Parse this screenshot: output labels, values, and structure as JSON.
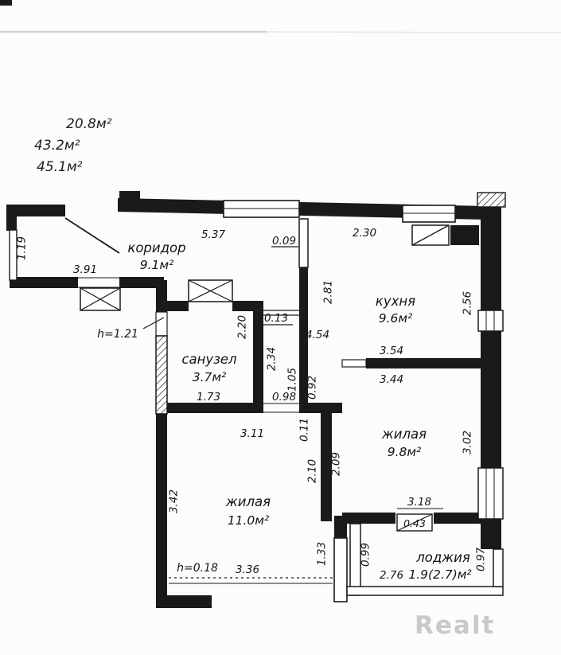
{
  "summary": {
    "total1": "20.8м²",
    "total2": "43.2м²",
    "total3": "45.1м²"
  },
  "rooms": {
    "corridor": {
      "name": "коридор",
      "area": "9.1м²"
    },
    "kitchen": {
      "name": "кухня",
      "area": "9.6м²"
    },
    "bathroom": {
      "name": "санузел",
      "area": "3.7м²"
    },
    "living_right": {
      "name": "жилая",
      "area": "9.8м²"
    },
    "living_left": {
      "name": "жилая",
      "area": "11.0м²"
    },
    "loggia": {
      "name": "лоджия",
      "area": "1.9(2.7)м²"
    }
  },
  "dims": {
    "d1_19": "1.19",
    "d3_91": "3.91",
    "d5_37": "5.37",
    "d0_09": "0.09",
    "d2_30": "2.30",
    "d2_81": "2.81",
    "d2_56": "2.56",
    "d2_20": "2.20",
    "d0_13": "0.13",
    "d4_54": "4.54",
    "d2_34": "2.34",
    "d3_54": "3.54",
    "d3_44": "3.44",
    "d1_05": "1.05",
    "d0_92": "0.92",
    "d1_73": "1.73",
    "d0_98": "0.98",
    "d3_11": "3.11",
    "d0_11": "0.11",
    "d2_10": "2.10",
    "d2_09": "2.09",
    "d3_02": "3.02",
    "d3_18": "3.18",
    "d0_43": "0.43",
    "d3_42": "3.42",
    "d3_36": "3.36",
    "d1_33": "1.33",
    "d0_99": "0.99",
    "d2_76": "2.76",
    "d0_97": "0.97"
  },
  "notes": {
    "height_note_top": "h=1.21",
    "height_note_bottom": "h=0.18"
  },
  "watermark": "Realt",
  "colors": {
    "line": "#1a1a1a",
    "watermark_gray": "#c9c9c9"
  }
}
